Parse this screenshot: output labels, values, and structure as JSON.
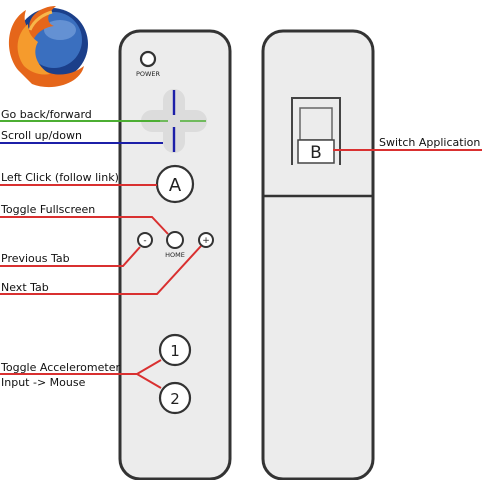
{
  "labels": {
    "go_back_forward": "Go back/forward",
    "scroll_up_down": "Scroll up/down",
    "left_click": "Left Click (follow link)",
    "toggle_fullscreen": "Toggle Fullscreen",
    "previous_tab": "Previous Tab",
    "next_tab": "Next Tab",
    "toggle_accelerometer_line1": "Toggle Accelerometer",
    "toggle_accelerometer_line2": "Input -> Mouse",
    "switch_application": "Switch Application"
  },
  "remote_front": {
    "power": "POWER",
    "home": "HOME",
    "a": "A",
    "minus": "-",
    "plus": "+",
    "one": "1",
    "two": "2"
  },
  "remote_back": {
    "b": "B"
  },
  "colors": {
    "red_leader": "#d93030",
    "green_leader": "#4cae33",
    "blue_leader": "#1c1fa8",
    "remote_fill": "#ececec",
    "remote_stroke": "#333333"
  }
}
